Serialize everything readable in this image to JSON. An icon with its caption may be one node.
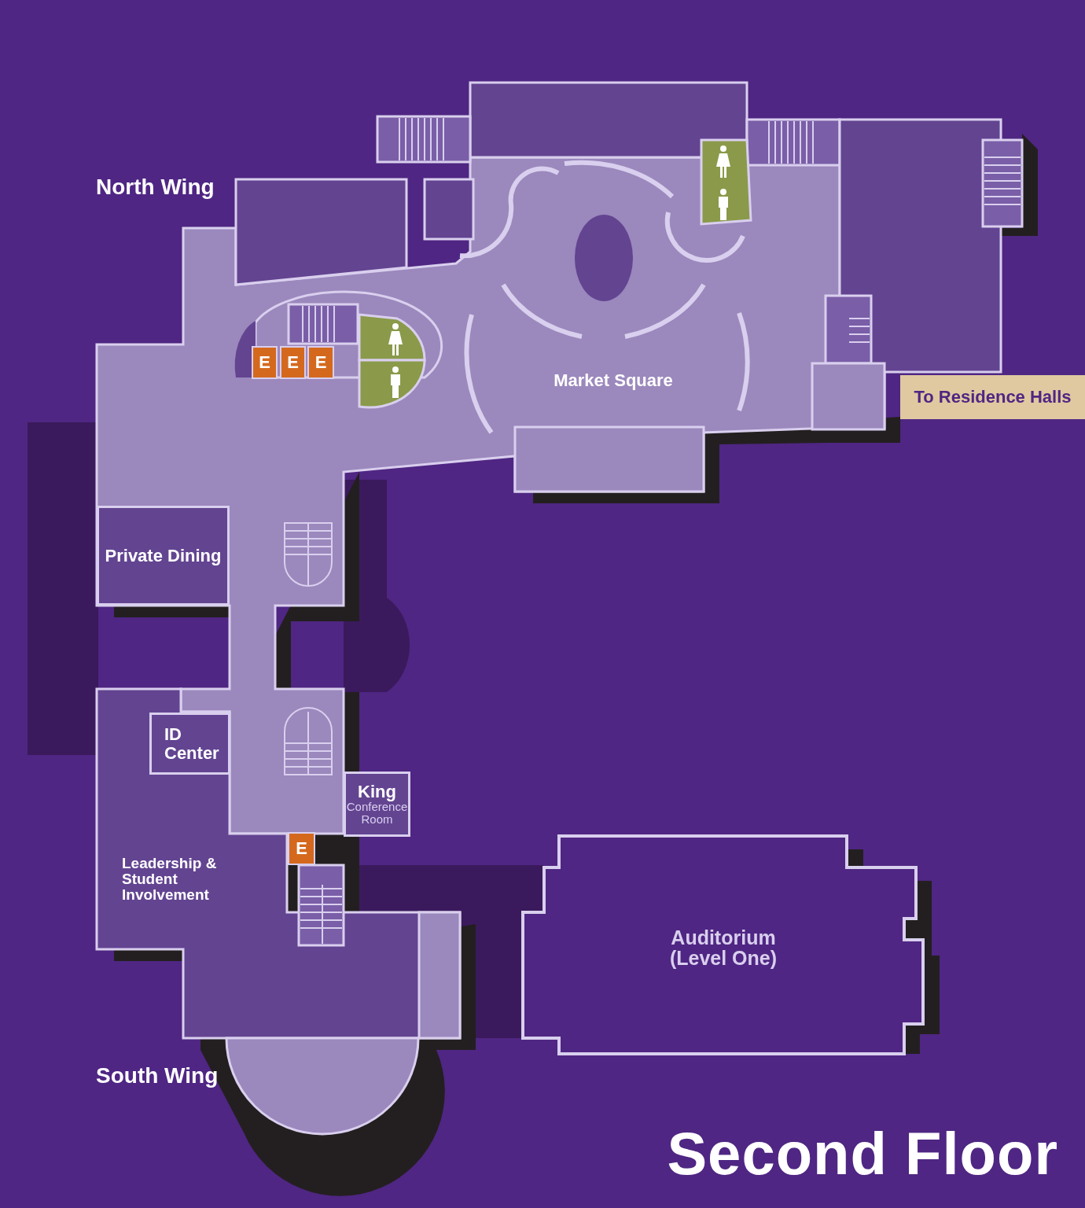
{
  "diagram": {
    "title": "Second Floor",
    "nodes": [
      {
        "text": [
          "Market Square"
        ]
      },
      {
        "text": [
          "To Residence Halls"
        ]
      },
      {
        "text": [
          "E"
        ]
      },
      {
        "text": [
          "E"
        ]
      },
      {
        "text": [
          "E"
        ]
      },
      {
        "text": [
          "Private Dining"
        ]
      },
      {
        "text": [
          "ID Center"
        ]
      },
      {
        "text": [
          "King",
          "Conference Room"
        ]
      },
      {
        "text": [
          "E"
        ]
      },
      {
        "text": [
          "Leadership & Student Involvement"
        ]
      },
      {
        "text": [
          "Auditorium (Level One)"
        ]
      }
    ],
    "labels": [
      "North Wing",
      "South Wing"
    ]
  }
}
